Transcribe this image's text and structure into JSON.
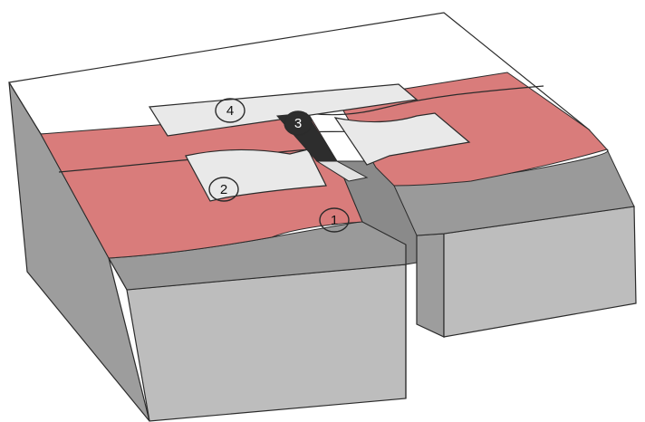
{
  "labels": [
    {
      "id": "1",
      "text": "1",
      "style": "outline"
    },
    {
      "id": "2",
      "text": "2",
      "style": "outline"
    },
    {
      "id": "3",
      "text": "3",
      "style": "filled"
    },
    {
      "id": "4",
      "text": "4",
      "style": "outline"
    }
  ],
  "colors": {
    "top_surface": "#ffffff",
    "membrane_layer": "#d97c7b",
    "patch": "#e9e9e9",
    "substrate_top": "#9a9a9a",
    "substrate_front": "#bdbdbd",
    "substrate_side": "#9d9d9d",
    "gap": "#8a8a8a",
    "marker_dark": "#2d2d2d",
    "outline": "#2b2b2b"
  }
}
